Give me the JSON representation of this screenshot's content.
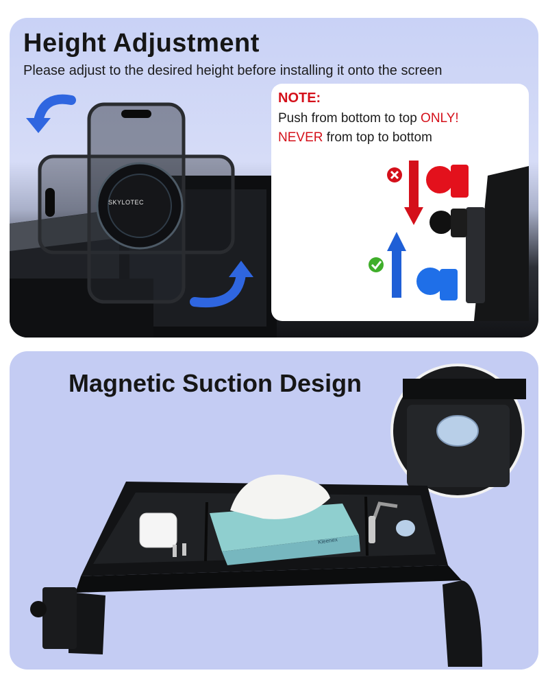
{
  "top_panel": {
    "title": "Height Adjustment",
    "subtitle": "Please adjust to the desired height before installing it onto the screen",
    "brand_label": "SKYLOTEC",
    "note": {
      "label": "NOTE:",
      "line1_prefix": "Push from bottom to top ",
      "line1_emph": "ONLY!",
      "line2_emph": "NEVER",
      "line2_suffix": " from top to bottom"
    }
  },
  "bottom_panel": {
    "title": "Magnetic Suction Design",
    "tissue_brand": "Kleenex"
  },
  "colors": {
    "accent_blue": "#2f66e0",
    "warn_red": "#d4101a",
    "ok_green": "#3fae2a",
    "panel_bg": "#c4ccf3"
  },
  "icons": [
    "rotate-arrow-icon",
    "rotate-arrow-icon",
    "x-mark-icon",
    "check-mark-icon",
    "down-arrow-icon",
    "up-arrow-icon"
  ]
}
